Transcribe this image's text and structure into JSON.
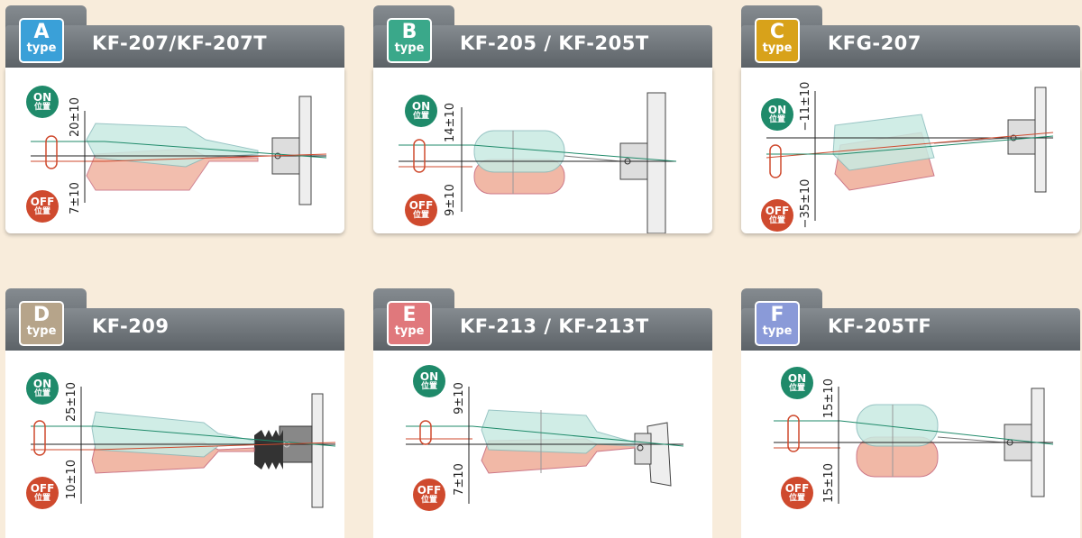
{
  "labels": {
    "on": "ON",
    "off": "OFF",
    "pos": "位置"
  },
  "cards": [
    {
      "letter": "A",
      "type_text": "type",
      "model": "KF-207/KF-207T",
      "badge_color": "#3aa0d8",
      "on_dim": "20±10",
      "off_dim": "7±10"
    },
    {
      "letter": "B",
      "type_text": "type",
      "model": "KF-205 / KF-205T",
      "badge_color": "#3aa88a",
      "on_dim": "14±10",
      "off_dim": "9±10"
    },
    {
      "letter": "C",
      "type_text": "type",
      "model": "KFG-207",
      "badge_color": "#d8a21a",
      "on_dim": "−11±10",
      "off_dim": "−35±10"
    },
    {
      "letter": "D",
      "type_text": "type",
      "model": "KF-209",
      "badge_color": "#b6a48a",
      "on_dim": "25±10",
      "off_dim": "10±10"
    },
    {
      "letter": "E",
      "type_text": "type",
      "model": "KF-213 / KF-213T",
      "badge_color": "#e0787c",
      "on_dim": "9±10",
      "off_dim": "7±10"
    },
    {
      "letter": "F",
      "type_text": "type",
      "model": "KF-205TF",
      "badge_color": "#8a9ad8",
      "on_dim": "15±10",
      "off_dim": "15±10"
    }
  ]
}
